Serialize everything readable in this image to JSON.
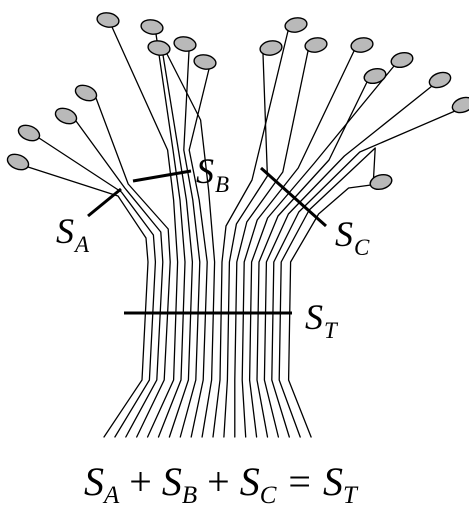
{
  "colors": {
    "stroke": "#000000",
    "node_fill": "#b9b9b9",
    "background": "#ffffff"
  },
  "labels": {
    "a": {
      "main": "S",
      "sub": "A"
    },
    "b": {
      "main": "S",
      "sub": "B"
    },
    "c": {
      "main": "S",
      "sub": "C"
    },
    "t": {
      "main": "S",
      "sub": "T"
    }
  },
  "equation": {
    "t1": "S",
    "s1": "A",
    "op1": "+",
    "t2": "S",
    "s2": "B",
    "op2": "+",
    "t3": "S",
    "s3": "C",
    "op3": "=",
    "t4": "S",
    "s4": "T"
  }
}
